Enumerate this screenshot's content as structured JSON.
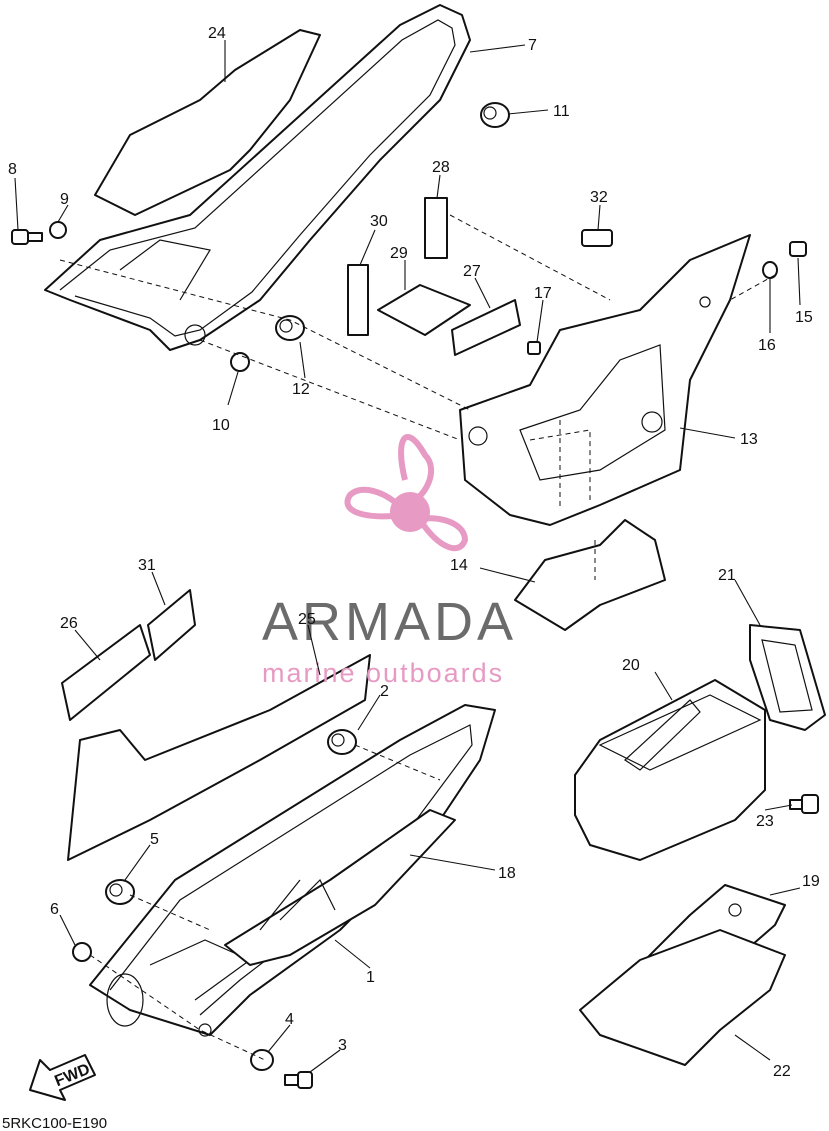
{
  "callouts": [
    "1",
    "2",
    "3",
    "4",
    "5",
    "6",
    "7",
    "8",
    "9",
    "10",
    "11",
    "12",
    "13",
    "14",
    "15",
    "16",
    "17",
    "18",
    "19",
    "20",
    "21",
    "22",
    "23",
    "24",
    "25",
    "26",
    "27",
    "28",
    "29",
    "30",
    "31",
    "32"
  ],
  "drawing_code": "5RKC100-E190",
  "fwd_label": "FWD",
  "watermark": {
    "title": "ARMADA",
    "subtitle": "marine outboards",
    "color_primary": "#6b6b6b",
    "color_accent": "#e79ac3"
  }
}
